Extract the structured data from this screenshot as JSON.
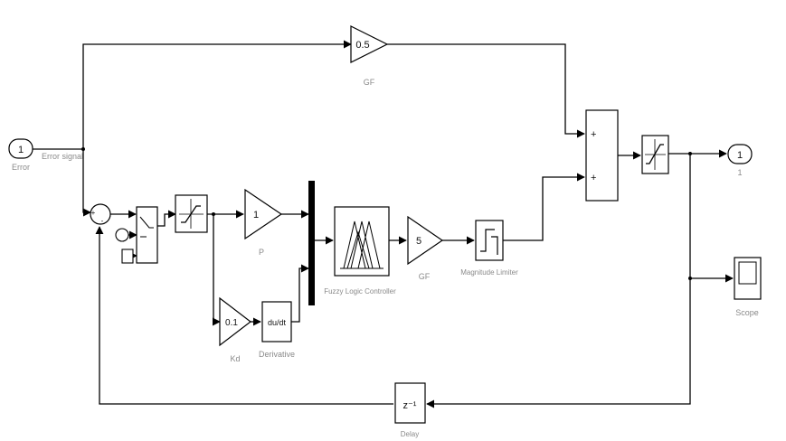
{
  "blocks": {
    "input_port": {
      "value": "1",
      "label": "Error"
    },
    "sum_top_left": {
      "signs": [
        "+",
        "-"
      ]
    },
    "gain_top": {
      "value": "0.5",
      "label": "GF"
    },
    "gain_p": {
      "value": "1",
      "label": "P"
    },
    "gain_d": {
      "value": "0.1",
      "label": "Kd"
    },
    "derivative": {
      "value": "du/dt",
      "label": "Derivative"
    },
    "fuzzy": {
      "label": "Fuzzy Logic Controller"
    },
    "gain_out": {
      "value": "5",
      "label": "GF"
    },
    "limiter": {
      "label": "Magnitude Limiter"
    },
    "sum_right": {
      "signs": [
        "+",
        "+"
      ]
    },
    "output_port": {
      "value": "1",
      "label": "1"
    },
    "scope": {
      "label": "Scope"
    },
    "unit_delay": {
      "value": "z⁻¹",
      "label": "Delay"
    }
  },
  "wire_labels": {
    "error_signal": "Error signal"
  }
}
